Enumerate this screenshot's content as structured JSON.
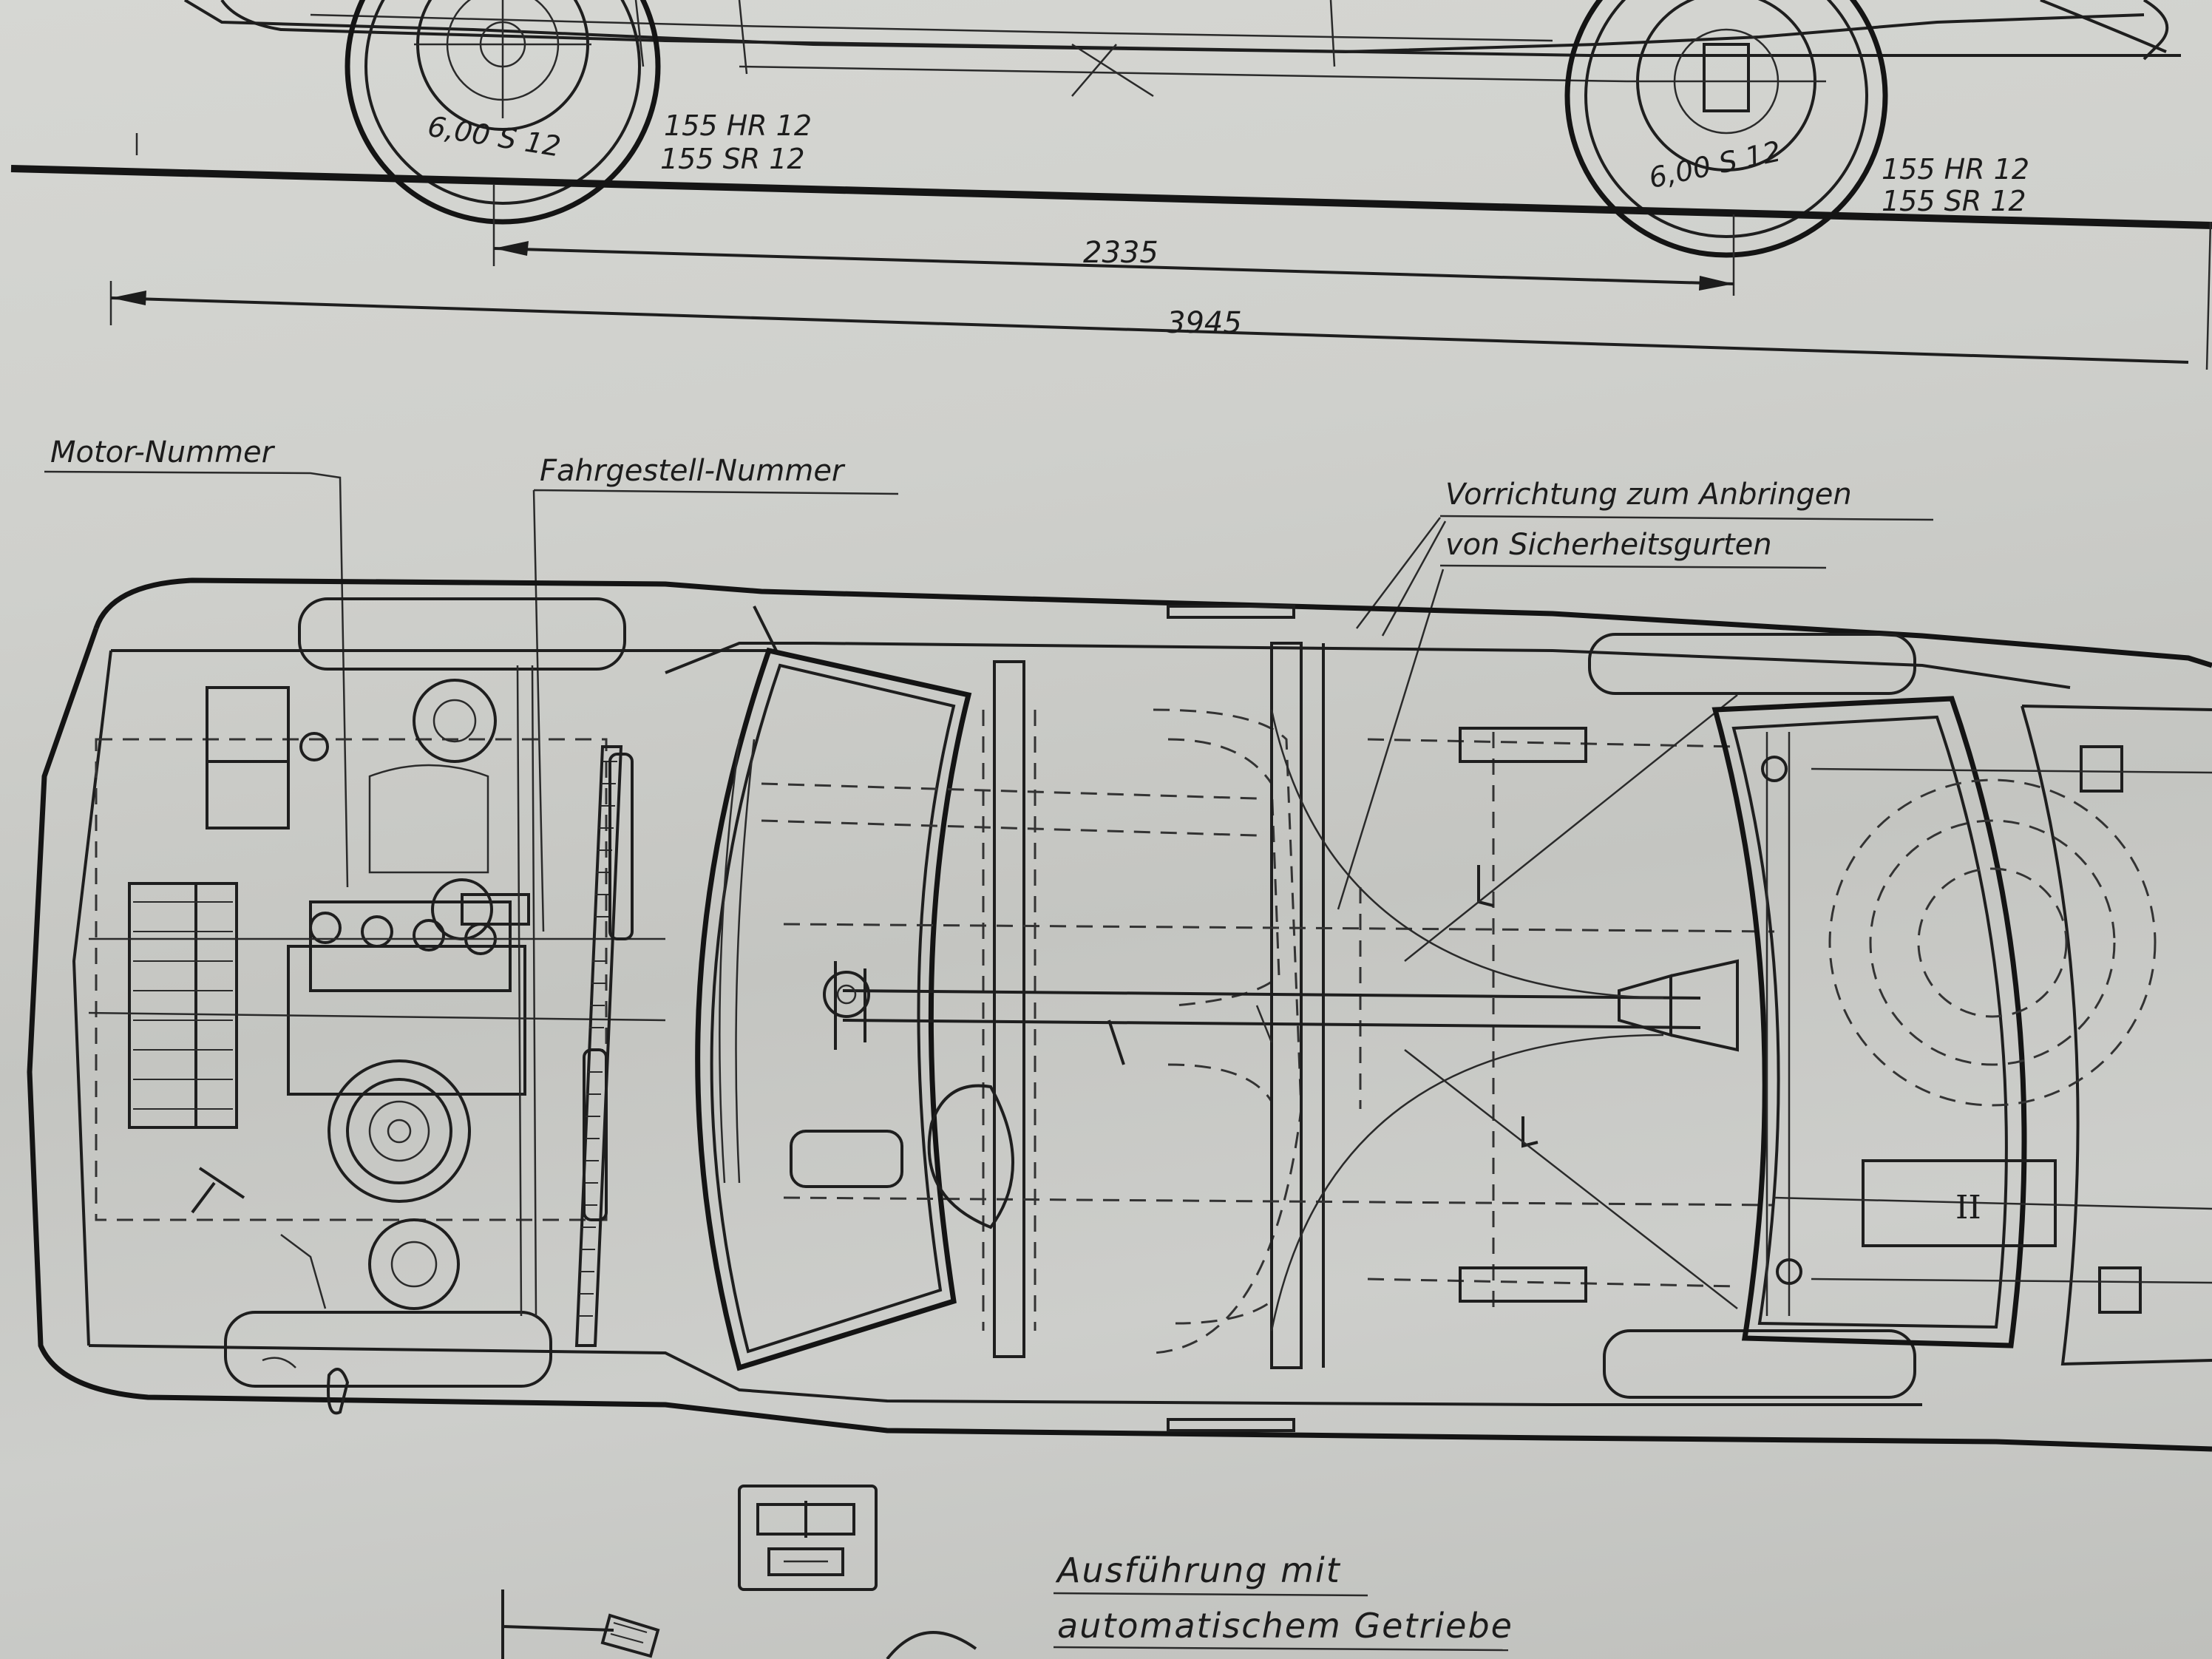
{
  "wheel_labels": {
    "front_wheel": "6,00 S 12",
    "rear_wheel": "6,00 S 12",
    "front_tire_line1": "155 HR 12",
    "front_tire_line2": "155 SR 12",
    "rear_tire_line1": "155 HR 12",
    "rear_tire_line2": "155 SR 12"
  },
  "dimensions": {
    "wheelbase": "2335",
    "overall_length": "3945"
  },
  "callouts": {
    "engine_number": "Motor-Nummer",
    "chassis_number": "Fahrgestell-Nummer",
    "seatbelt_line1": "Vorrichtung zum Anbringen",
    "seatbelt_line2": "von Sicherheitsgurten"
  },
  "notes": {
    "automatic_line1": "Ausführung mit",
    "automatic_line2": "automatischem Getriebe",
    "rear_marker": "II"
  },
  "colors": {
    "paper": "#cfd0cc",
    "ink": "#1c1c1c"
  }
}
